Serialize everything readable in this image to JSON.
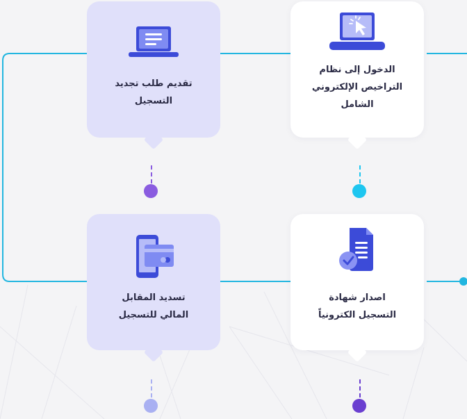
{
  "steps": [
    {
      "id": "login",
      "lines": [
        "الدخول إلى نظام",
        "التراخيص الإلكتروني",
        "الشامل"
      ],
      "icon": "laptop-cursor-icon",
      "dot_color": "#1ec6f0"
    },
    {
      "id": "submit",
      "lines": [
        "تقديم طلب تجديد",
        "التسجيل"
      ],
      "icon": "laptop-document-icon",
      "dot_color": "#8a5ce0"
    },
    {
      "id": "pay",
      "lines": [
        "تسديد المقابل",
        "المالي للتسجيل"
      ],
      "icon": "phone-card-icon",
      "dot_color": "#a9b0f2"
    },
    {
      "id": "certificate",
      "lines": [
        "اصدار شهادة",
        "التسجيل الكترونياً"
      ],
      "icon": "certificate-check-icon",
      "dot_color": "#6a3fd0"
    }
  ],
  "colors": {
    "connector": "#22b6e0",
    "card_white": "#ffffff",
    "card_lavender": "#e0e0fa",
    "icon_blue": "#3c4bd8",
    "text": "#2a2a44"
  }
}
